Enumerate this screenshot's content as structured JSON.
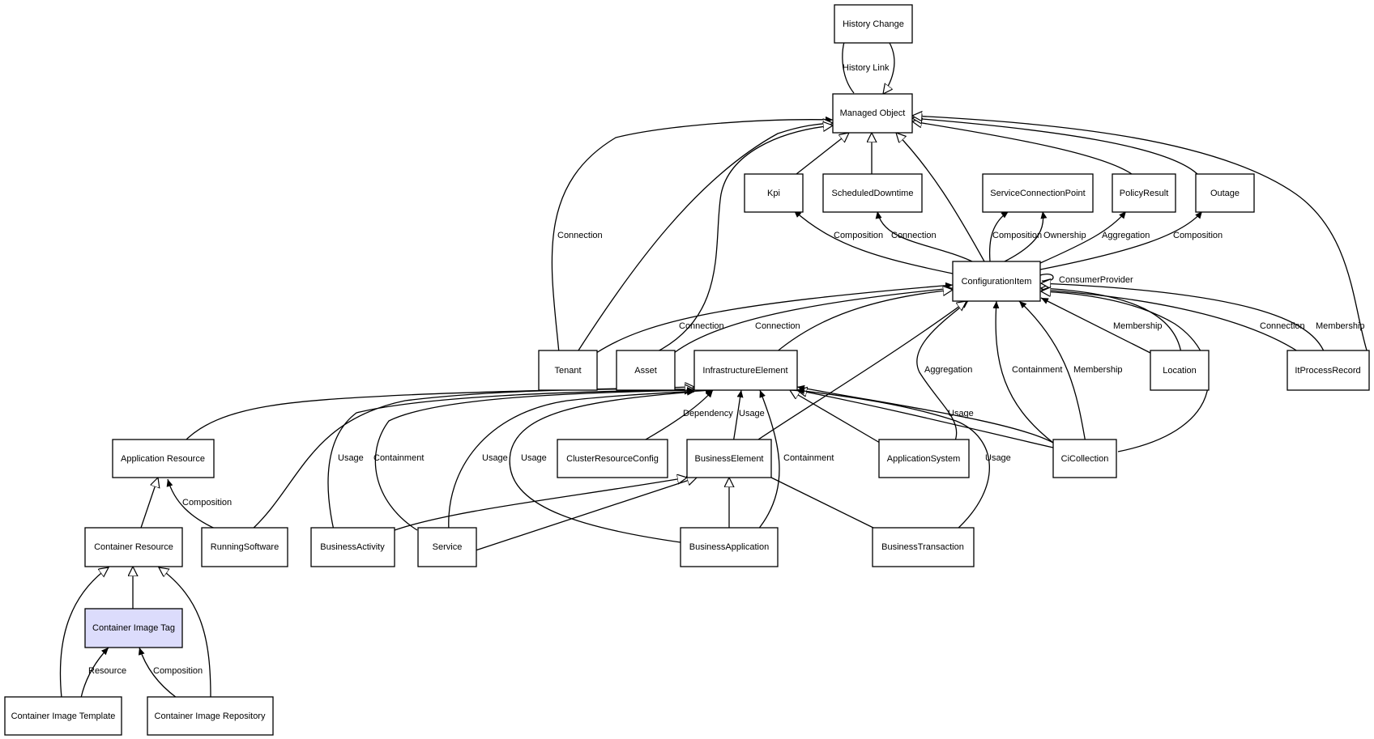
{
  "nodes": {
    "history_change": "History Change",
    "managed_object": "Managed Object",
    "kpi": "Kpi",
    "scheduled_downtime": "ScheduledDowntime",
    "service_connection_point": "ServiceConnectionPoint",
    "policy_result": "PolicyResult",
    "outage": "Outage",
    "configuration_item": "ConfigurationItem",
    "tenant": "Tenant",
    "asset": "Asset",
    "infrastructure_element": "InfrastructureElement",
    "location": "Location",
    "it_process_record": "ItProcessRecord",
    "application_resource": "Application Resource",
    "cluster_resource_config": "ClusterResourceConfig",
    "business_element": "BusinessElement",
    "application_system": "ApplicationSystem",
    "ci_collection": "CiCollection",
    "container_resource": "Container Resource",
    "running_software": "RunningSoftware",
    "business_activity": "BusinessActivity",
    "service": "Service",
    "business_application": "BusinessApplication",
    "business_transaction": "BusinessTransaction",
    "container_image_tag": "Container Image Tag",
    "container_image_template": "Container Image Template",
    "container_image_repository": "Container Image Repository"
  },
  "highlighted_node": "container_image_tag",
  "colors": {
    "highlight_fill": "#dcdcfc",
    "node_fill": "#ffffff",
    "stroke": "#000000"
  },
  "edge_labels": {
    "history_link": "History Link",
    "tenant_mo_connection": "Connection",
    "ci_kpi_composition": "Composition",
    "ci_sd_connection": "Connection",
    "ci_scp_composition": "Composition",
    "ci_scp_ownership": "Ownership",
    "ci_pr_aggregation": "Aggregation",
    "ci_outage_composition": "Composition",
    "ci_consumer_provider": "ConsumerProvider",
    "tenant_ci_connection": "Connection",
    "asset_ci_connection": "Connection",
    "location_ci_membership": "Membership",
    "itpr_ci_connection": "Connection",
    "itpr_mo_membership": "Membership",
    "as_ci_aggregation": "Aggregation",
    "cic_ci_containment": "Containment",
    "cic_ci_membership": "Membership",
    "crc_ie_dependency": "Dependency",
    "be_ie_usage": "Usage",
    "cic_ie_usage": "Usage",
    "ba_ie_usage": "Usage",
    "svc_ie_containment": "Containment",
    "svc_ie_usage": "Usage",
    "bapp_ie_usage": "Usage",
    "bapp_ie_containment": "Containment",
    "bt_ie_usage": "Usage",
    "rs_ar_composition": "Composition",
    "cit_cit_resource": "Resource",
    "cir_cit_composition": "Composition"
  }
}
